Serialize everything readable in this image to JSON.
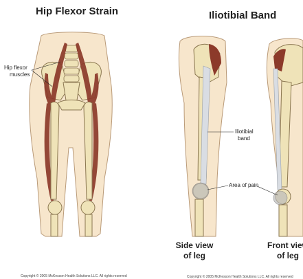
{
  "left_panel": {
    "title": "Hip Flexor Strain",
    "label": [
      "Hip flexor",
      "muscles"
    ],
    "copyright": "Copyright © 2005 McKesson Health Solutions LLC. All rights reserved"
  },
  "right_panel": {
    "title": "Iliotibial Band",
    "band_label": [
      "Iliotibial",
      "band"
    ],
    "pain_label": "Area of pain",
    "side_view": [
      "Side view",
      "of leg"
    ],
    "front_view": [
      "Front view",
      "of leg"
    ],
    "copyright": "Copyright © 2005 McKesson Health Solutions LLC. All rights reserved"
  },
  "colors": {
    "skin": "#f7e6cc",
    "bone": "#efe3b8",
    "muscle": "#8c3a2a",
    "band": "#d9dde3",
    "pain": "#bcbcbc"
  }
}
